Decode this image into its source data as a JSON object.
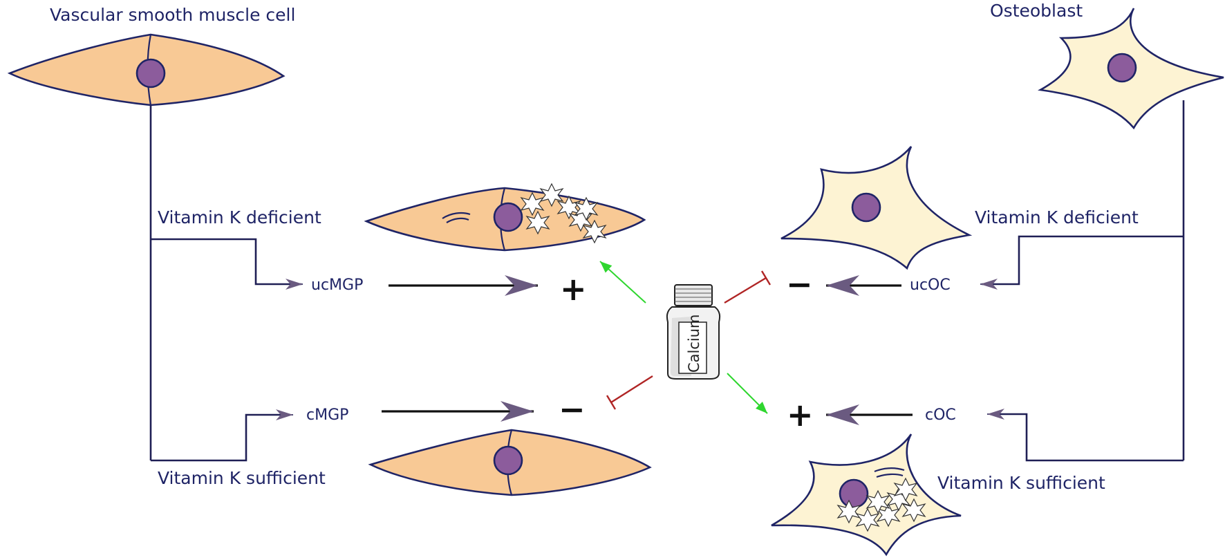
{
  "labels": {
    "vsmc_title": "Vascular smooth muscle cell",
    "osteoblast_title": "Osteoblast",
    "vk_deficient_left": "Vitamin K deficient",
    "vk_sufficient_left": "Vitamin K sufficient",
    "vk_deficient_right": "Vitamin K deficient",
    "vk_sufficient_right": "Vitamin K sufficient"
  },
  "molecules": {
    "ucmgp": "ucMGP",
    "cmgp": "cMGP",
    "ucoc": "ucOC",
    "coc": "cOC"
  },
  "signs": {
    "ucmgp_effect": "+",
    "cmgp_effect": "−",
    "ucoc_effect": "−",
    "coc_effect": "+"
  },
  "supplement": {
    "bottle_label": "Calcium"
  },
  "colors": {
    "vsmc_fill": "#f8c995",
    "osteoblast_fill": "#fdf3d3",
    "nucleus": "#8c5c9c",
    "outline": "#1f2466",
    "promote_arrow": "#2fd62f",
    "inhibit_arrow": "#b02525"
  }
}
